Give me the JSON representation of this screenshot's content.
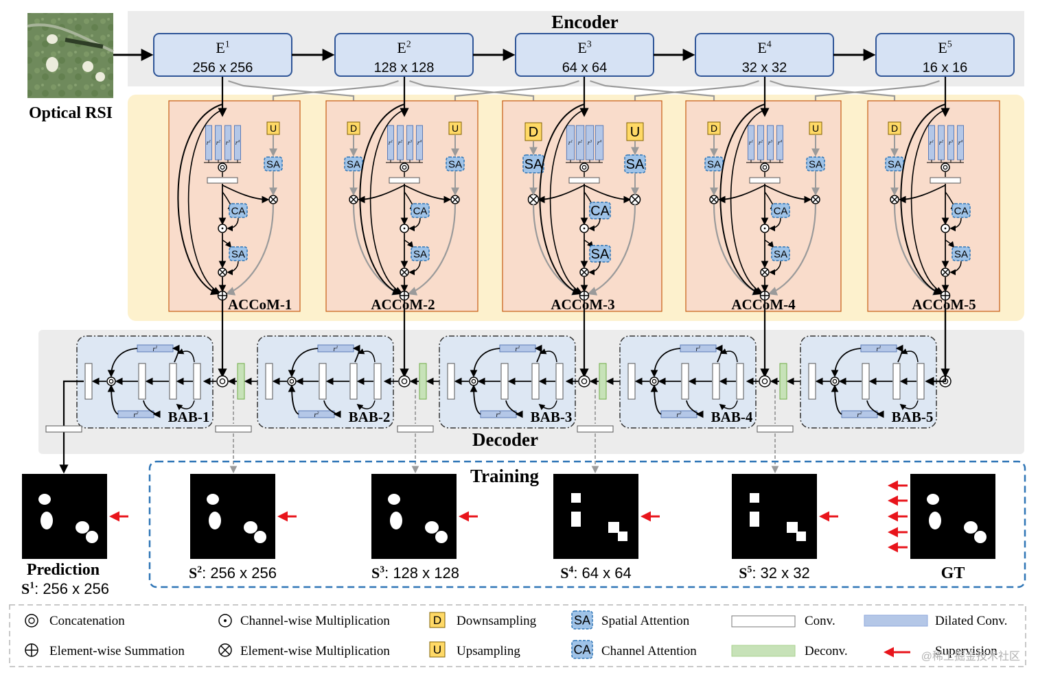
{
  "encoder": {
    "title": "Encoder",
    "input_label": "Optical RSI",
    "blocks": [
      {
        "name": "E",
        "sup": "1",
        "size": "256 x 256"
      },
      {
        "name": "E",
        "sup": "2",
        "size": "128 x 128"
      },
      {
        "name": "E",
        "sup": "3",
        "size": "64 x 64"
      },
      {
        "name": "E",
        "sup": "4",
        "size": "32 x 32"
      },
      {
        "name": "E",
        "sup": "5",
        "size": "16 x 16"
      }
    ]
  },
  "accom": {
    "modules": [
      "ACCoM-1",
      "ACCoM-2",
      "ACCoM-3",
      "ACCoM-4",
      "ACCoM-5"
    ],
    "d_label": "D",
    "u_label": "U",
    "sa_label": "SA",
    "ca_label": "CA",
    "dilations": [
      "r",
      "r",
      "r",
      "r"
    ],
    "dilation_sups": [
      "1",
      "2",
      "3",
      "4"
    ]
  },
  "decoder": {
    "title": "Decoder",
    "modules": [
      "BAB-1",
      "BAB-2",
      "BAB-3",
      "BAB-4",
      "BAB-5"
    ],
    "r1": "r",
    "r1_sup": "1",
    "r2": "r",
    "r2_sup": "2"
  },
  "training": {
    "title": "Training",
    "prediction_label": "Prediction",
    "outputs": [
      {
        "name": "S",
        "sup": "1",
        "size": ": 256 x 256"
      },
      {
        "name": "S",
        "sup": "2",
        "size": ": 256 x 256"
      },
      {
        "name": "S",
        "sup": "3",
        "size": ": 128 x 128"
      },
      {
        "name": "S",
        "sup": "4",
        "size": ": 64 x 64"
      },
      {
        "name": "S",
        "sup": "5",
        "size": ": 32 x 32"
      }
    ],
    "gt_label": "GT"
  },
  "legend": {
    "concatenation": "Concatenation",
    "element_sum": "Element-wise Summation",
    "channel_mult": "Channel-wise Multiplication",
    "element_mult": "Element-wise Multiplication",
    "d_symbol": "D",
    "downsampling": "Downsampling",
    "u_symbol": "U",
    "upsampling": "Upsampling",
    "sa_symbol": "SA",
    "spatial_attention": "Spatial Attention",
    "ca_symbol": "CA",
    "channel_attention": "Channel Attention",
    "conv": "Conv.",
    "deconv": "Deconv.",
    "dilated_conv": "Dilated Conv.",
    "supervision": "Supervision"
  },
  "watermark": "@稀土掘金技术社区",
  "colors": {
    "encoder_box": "#d6e2f4",
    "accom_bg": "#fdf1cd",
    "accom_box": "#f9dccb",
    "attention": "#9fc3e8",
    "du_box": "#ffd966",
    "dilated": "#b4c7e7",
    "deconv": "#c7e2b8",
    "supervision": "#e8141b",
    "training_border": "#2e75b6"
  }
}
